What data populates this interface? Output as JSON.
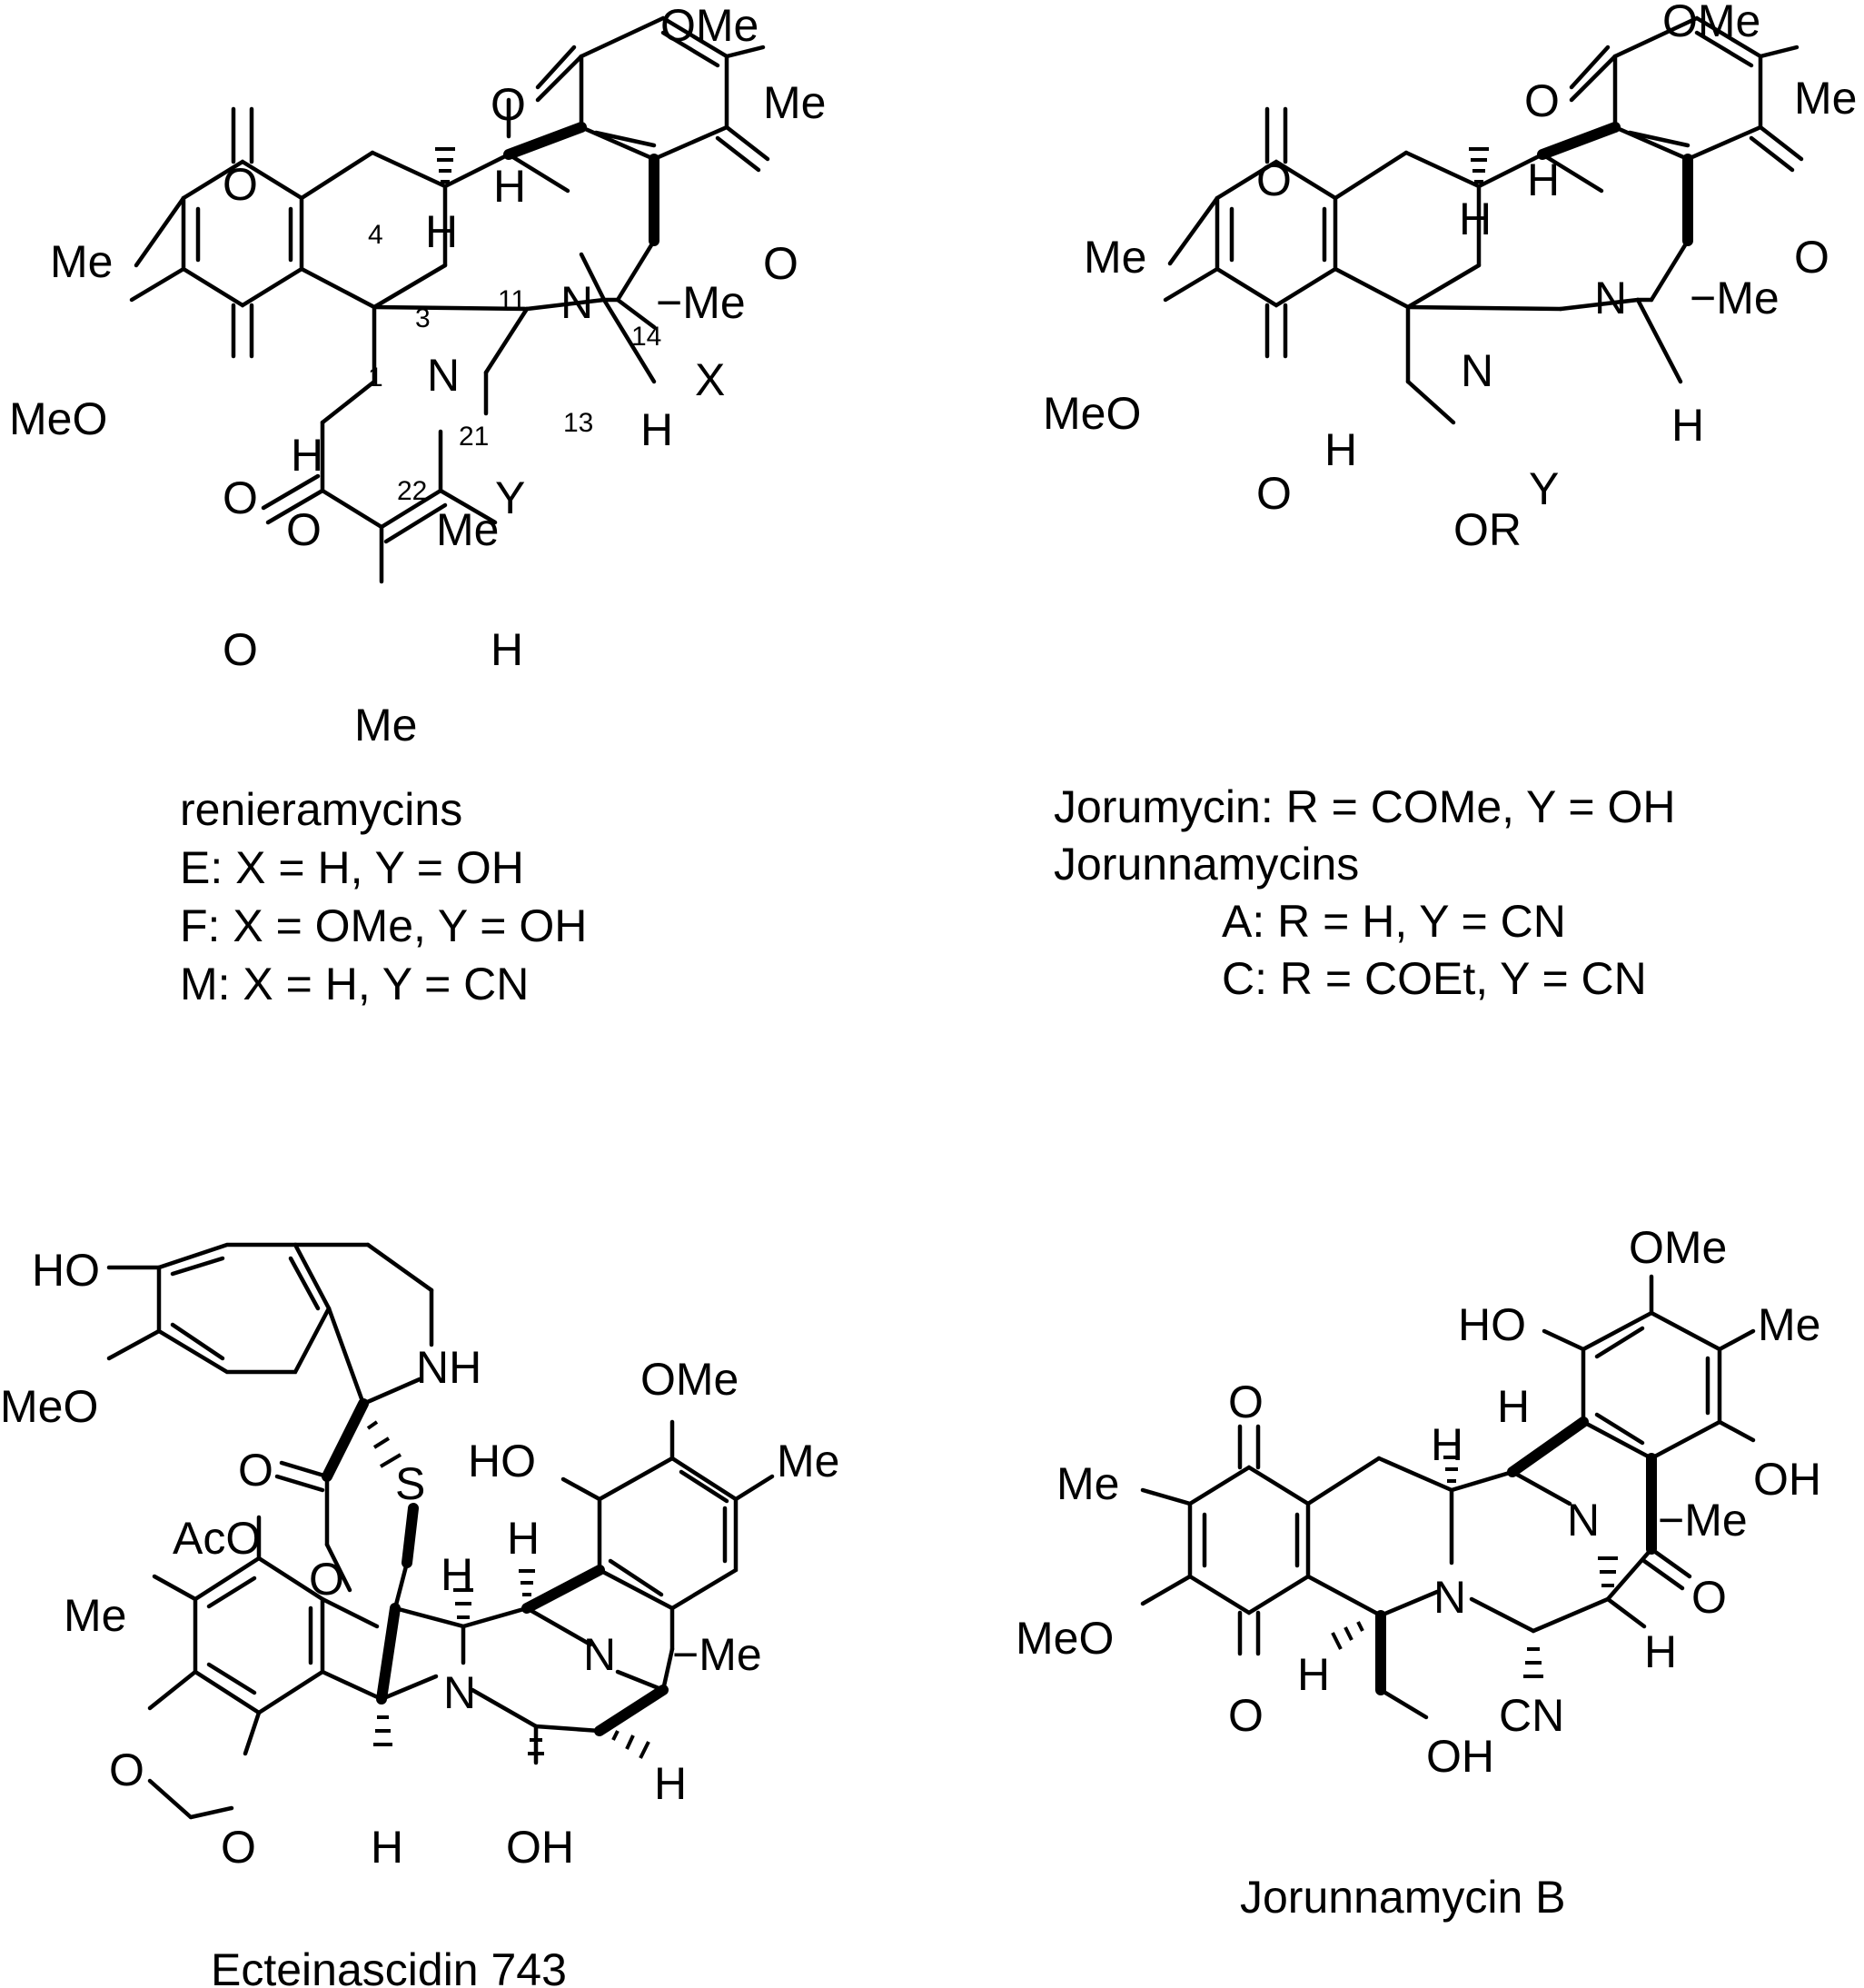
{
  "structures": {
    "renieramycins": {
      "atoms": {
        "ome_top": "OMe",
        "me_top": "Me",
        "o_a": "O",
        "o_b": "O",
        "o_c": "O",
        "o_d": "O",
        "me_left": "Me",
        "meo_left": "MeO",
        "h3": "H",
        "h11": "H",
        "n_bridge": "N",
        "me_n": "−Me",
        "n_main": "N",
        "h1": "H",
        "h13": "H",
        "x_sub": "X",
        "y_sub": "Y",
        "o_ester": "O",
        "o_carbonyl": "O",
        "me_ester_top": "Me",
        "h_vinyl": "H",
        "me_ester_bottom": "Me"
      },
      "locants": {
        "c4": "4",
        "c3": "3",
        "c11": "11",
        "c1": "1",
        "c14": "14",
        "c21": "21",
        "c13": "13",
        "c22": "22"
      },
      "caption": [
        "renieramycins",
        "E: X = H, Y = OH",
        "F: X = OMe, Y = OH",
        "M: X = H, Y = CN"
      ]
    },
    "jorumycin": {
      "atoms": {
        "ome_top": "OMe",
        "me_top": "Me",
        "o_a": "O",
        "o_b": "O",
        "o_c": "O",
        "o_d": "O",
        "me_left": "Me",
        "meo_left": "MeO",
        "h3": "H",
        "h11": "H",
        "n_bridge": "N",
        "me_n": "−Me",
        "n_main": "N",
        "h1": "H",
        "h13": "H",
        "y_sub": "Y",
        "or_sub": "OR"
      },
      "caption": [
        "Jorumycin: R = COMe, Y = OH",
        "Jorunnamycins",
        "A: R = H, Y = CN",
        "C: R = COEt, Y = CN"
      ]
    },
    "ecteinascidin": {
      "atoms": {
        "ho_top": "HO",
        "meo_left": "MeO",
        "nh": "NH",
        "o_carbonyl": "O",
        "s": "S",
        "aco": "AcO",
        "o_ester": "O",
        "ome": "OMe",
        "ho_ring": "HO",
        "me_right": "Me",
        "me_left": "Me",
        "h_a": "H",
        "h_b": "H",
        "n_bridge": "N",
        "me_n": "−Me",
        "o_diox_top": "O",
        "o_diox_bottom": "O",
        "n_main": "N",
        "h_c": "H",
        "h_d": "H",
        "oh": "OH"
      },
      "caption": [
        "Ecteinascidin 743"
      ]
    },
    "jorunnamycin_b": {
      "atoms": {
        "ome": "OMe",
        "ho": "HO",
        "me_right": "Me",
        "o_a": "O",
        "h_a": "H",
        "h_b": "H",
        "oh_right": "OH",
        "me_left": "Me",
        "n_bridge": "N",
        "me_n": "−Me",
        "o_ketone": "O",
        "meo_left": "MeO",
        "n_main": "N",
        "o_b": "O",
        "h_c": "H",
        "h_d": "H",
        "cn": "CN",
        "oh_bottom": "OH"
      },
      "caption": [
        "Jorunnamycin B"
      ]
    }
  }
}
